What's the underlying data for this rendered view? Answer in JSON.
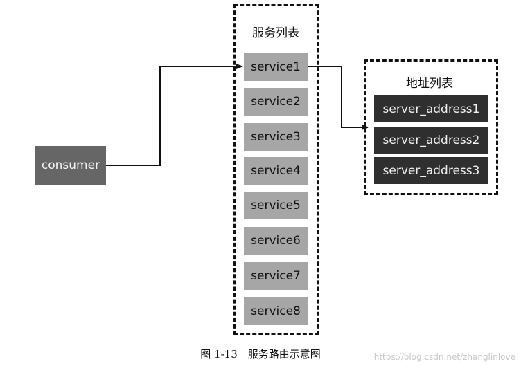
{
  "service_list": {
    "title": "服务列表",
    "items": [
      "service1",
      "service2",
      "service3",
      "service4",
      "service5",
      "service6",
      "service7",
      "service8"
    ]
  },
  "address_list": {
    "title": "地址列表",
    "items": [
      "server_address1",
      "server_address2",
      "server_address3"
    ]
  },
  "consumer": {
    "label": "consumer"
  },
  "caption": "图 1-13　服务路由示意图",
  "watermark": "https://blog.csdn.net/zhanglinlove",
  "colors": {
    "service_box": "#a6a6a6",
    "address_box": "#2f2f2f",
    "consumer_box": "#666666",
    "line": "#111111"
  }
}
